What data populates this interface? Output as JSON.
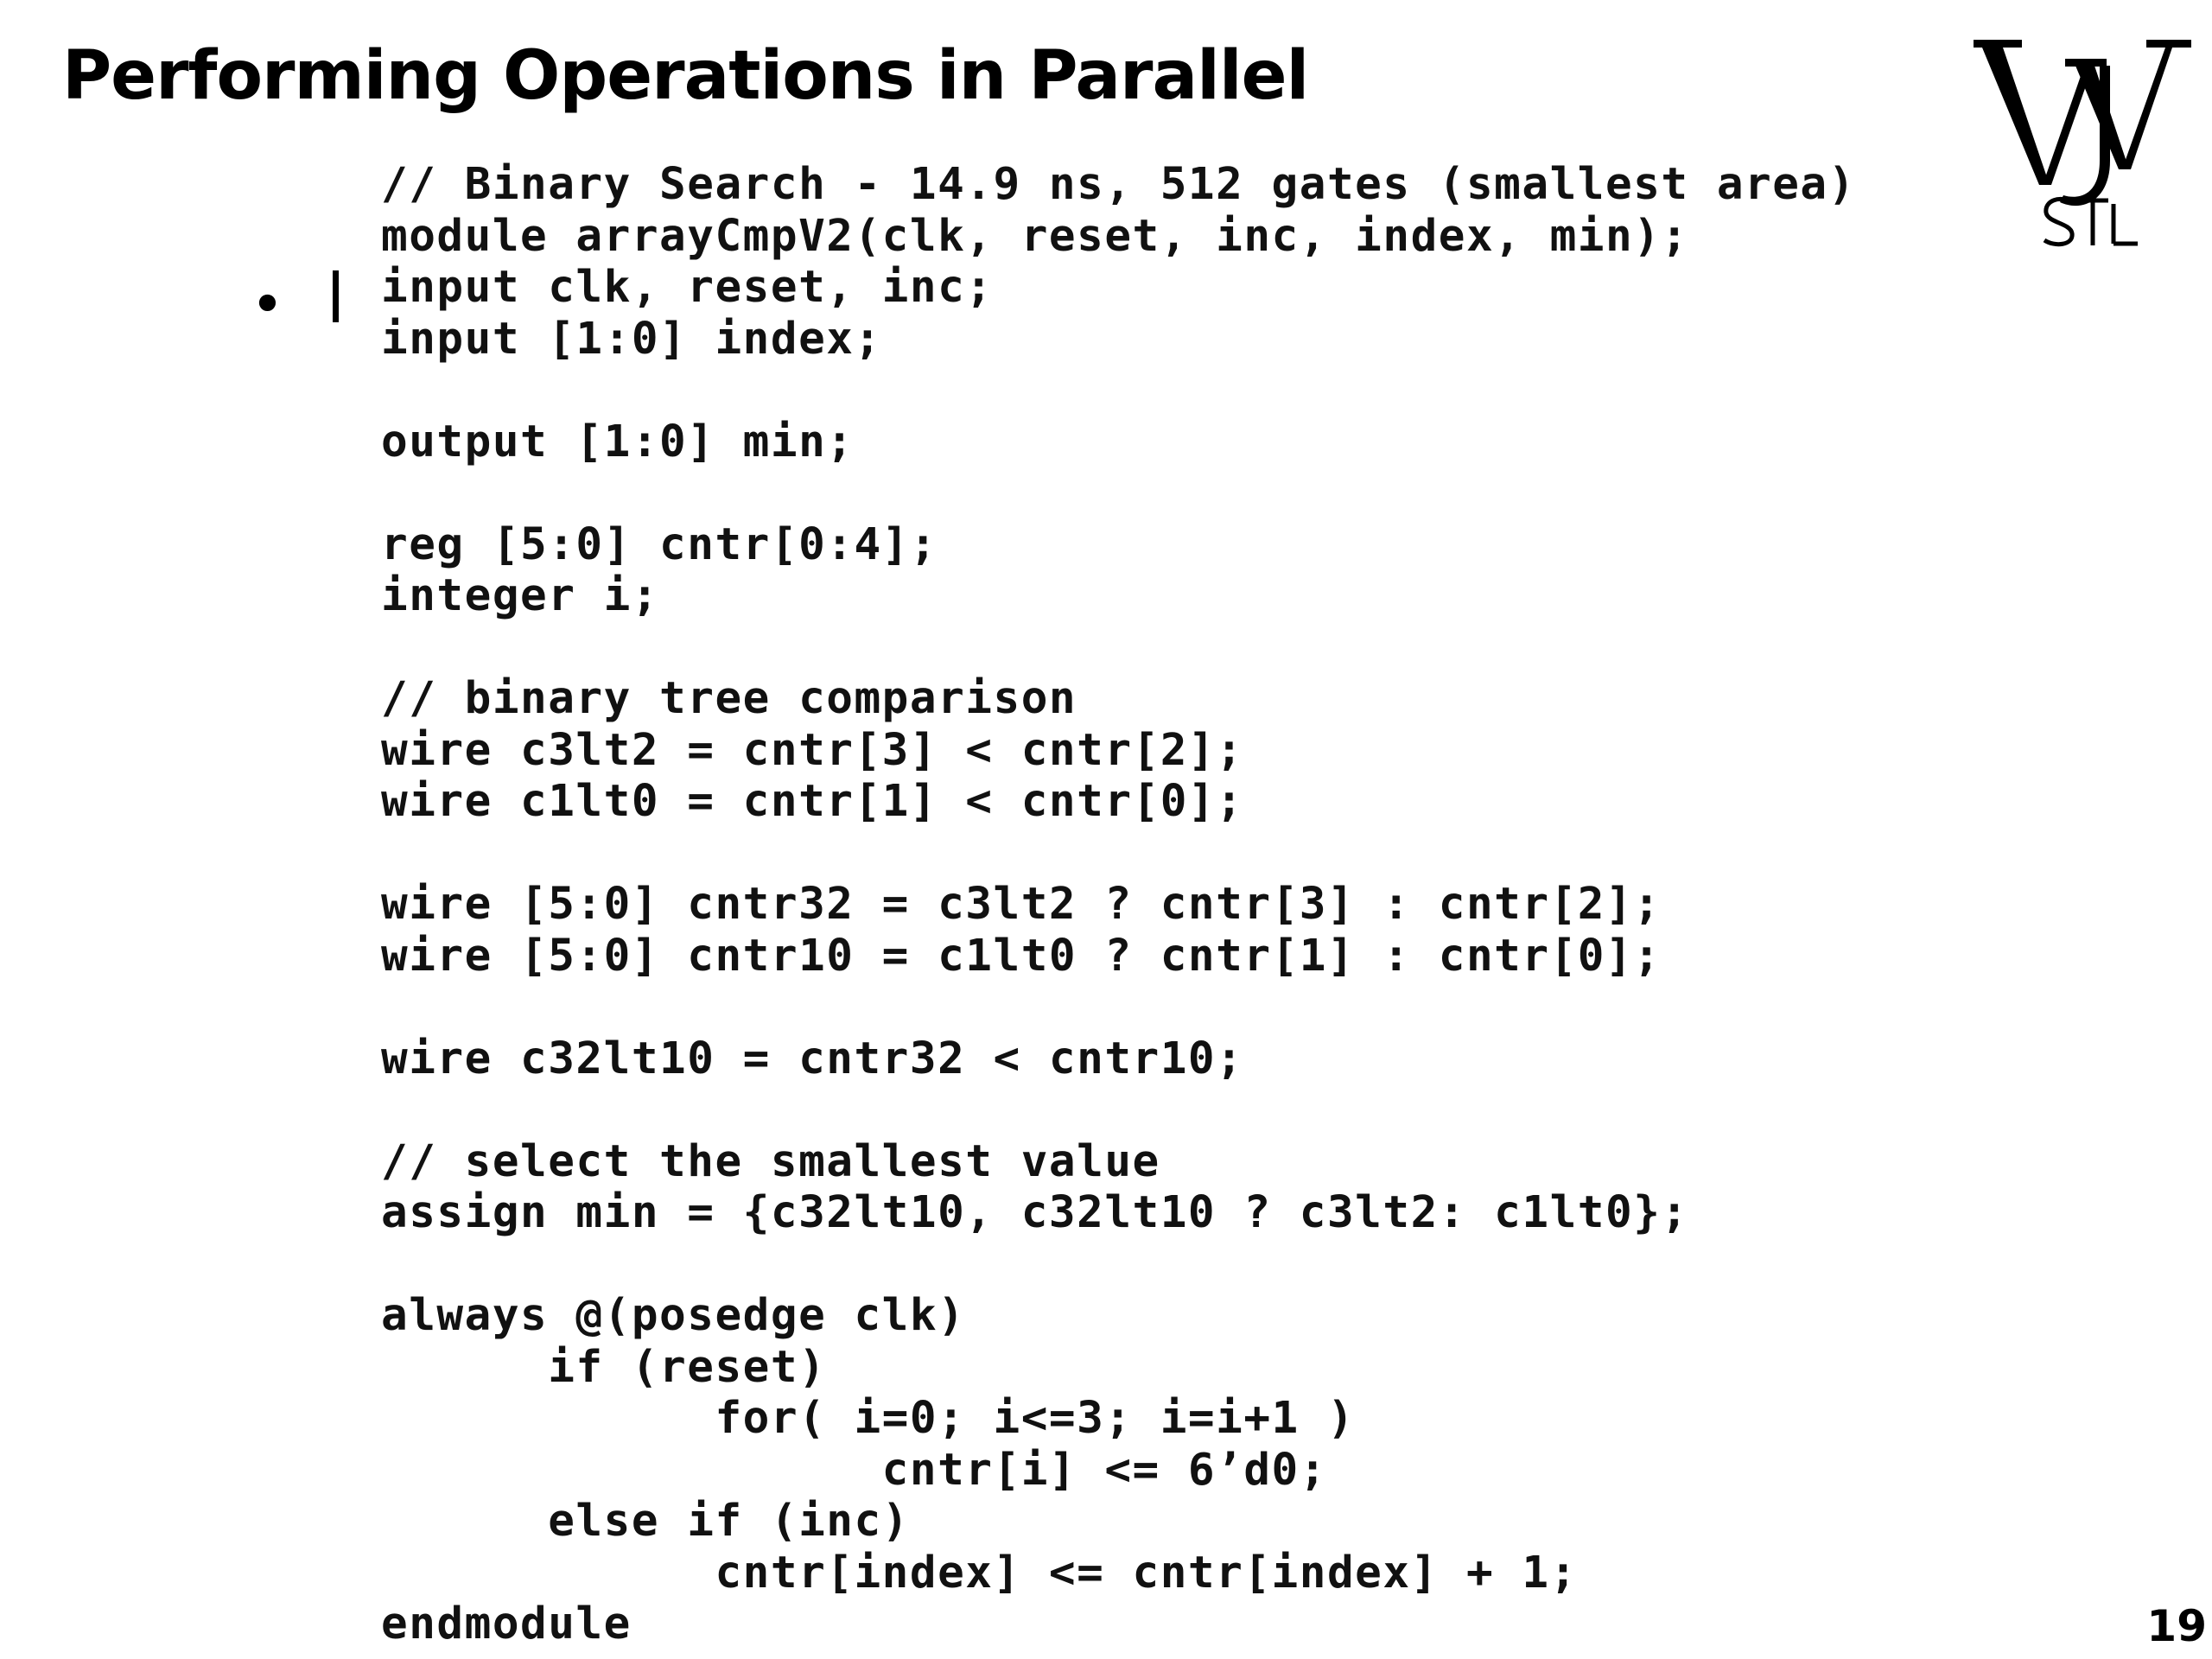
{
  "slide": {
    "title": "Performing Operations in Parallel",
    "bullet": "•",
    "page_number": "19",
    "logo_letters": "WUSTL"
  },
  "code": {
    "lines": [
      "// Binary Search - 14.9 ns, 512 gates (smallest area)",
      "module arrayCmpV2(clk, reset, inc, index, min);",
      "input clk, reset, inc;",
      "input [1:0] index;",
      "",
      "output [1:0] min;",
      "",
      "reg [5:0] cntr[0:4];",
      "integer i;",
      "",
      "// binary tree comparison",
      "wire c3lt2 = cntr[3] < cntr[2];",
      "wire c1lt0 = cntr[1] < cntr[0];",
      "",
      "wire [5:0] cntr32 = c3lt2 ? cntr[3] : cntr[2];",
      "wire [5:0] cntr10 = c1lt0 ? cntr[1] : cntr[0];",
      "",
      "wire c32lt10 = cntr32 < cntr10;",
      "",
      "// select the smallest value",
      "assign min = {c32lt10, c32lt10 ? c3lt2: c1lt0};",
      "",
      "always @(posedge clk)",
      "      if (reset)",
      "            for( i=0; i<=3; i=i+1 )",
      "                  cntr[i] <= 6’d0;",
      "      else if (inc)",
      "            cntr[index] <= cntr[index] + 1;",
      "endmodule"
    ]
  },
  "colors": {
    "text": "#000000",
    "background": "#ffffff"
  },
  "icons": {
    "logo": "wustl-logo-icon"
  }
}
